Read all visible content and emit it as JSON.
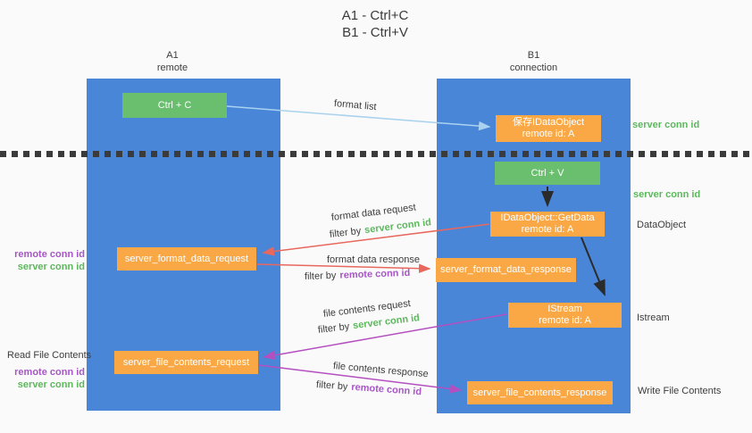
{
  "title": {
    "line1": "A1 - Ctrl+C",
    "line2": "B1 - Ctrl+V"
  },
  "lanes": [
    {
      "name": "A1",
      "subtitle": "remote"
    },
    {
      "name": "B1",
      "subtitle": "connection"
    }
  ],
  "nodes": {
    "ctrl_c": "Ctrl + C",
    "ctrl_v": "Ctrl + V",
    "save_idataobject": {
      "line1": "保存IDataObject",
      "line2": "remote id: A"
    },
    "getdata": {
      "line1": "IDataObject::GetData",
      "line2": "remote id: A"
    },
    "istream": {
      "line1": "IStream",
      "line2": "remote id: A"
    },
    "format_request": "server_format_data_request",
    "format_response": "server_format_data_response",
    "file_request": "server_file_contents_request",
    "file_response": "server_file_contents_response"
  },
  "side_labels": {
    "server_conn_id_top": "server conn id",
    "server_conn_id_mid": "server conn id",
    "dataobject": "DataObject",
    "istream": "Istream",
    "write_file_contents": "Write File Contents",
    "read_file_contents": "Read File Contents",
    "left_top": {
      "remote": "remote conn id",
      "server": "server conn id"
    },
    "left_bottom": {
      "remote": "remote conn id",
      "server": "server conn id"
    }
  },
  "edge_labels": {
    "format_list": "format list",
    "format_data_request": "format data request",
    "format_data_response": "format data response",
    "file_contents_request": "file contents request",
    "file_contents_response": "file contents response",
    "filter_by": "filter by",
    "server_conn_id": "server conn id",
    "remote_conn_id": "remote conn id"
  },
  "colors": {
    "lane_blue": "#4a86d8",
    "box_orange": "#f9a845",
    "box_green": "#6abf6e",
    "arrow_red": "#e8685e",
    "arrow_magenta": "#b44fc0",
    "arrow_blue": "#a9d2ee",
    "arrow_black": "#2b2b2b",
    "text_green": "#5cb85c",
    "text_purple": "#a855c8"
  }
}
